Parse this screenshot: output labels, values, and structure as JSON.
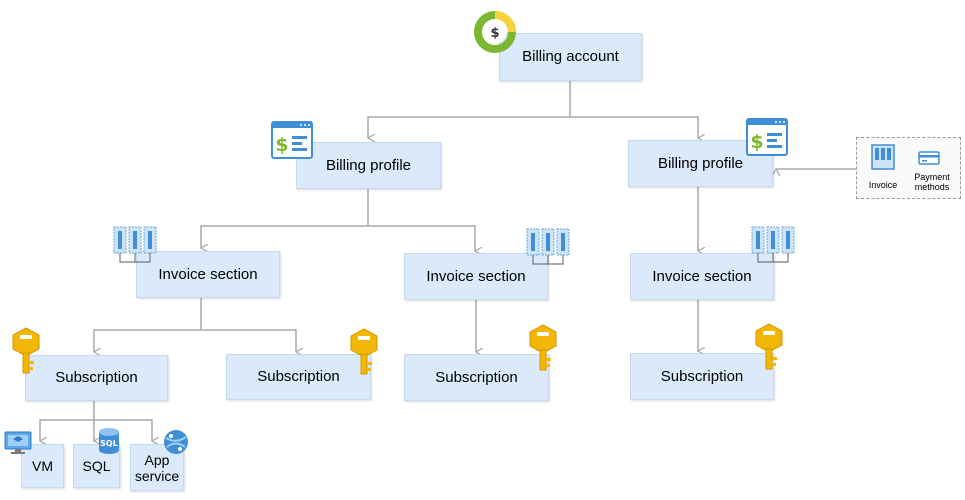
{
  "nodes": {
    "billing_account": "Billing account",
    "billing_profile_1": "Billing profile",
    "billing_profile_2": "Billing profile",
    "invoice_section_1": "Invoice section",
    "invoice_section_2": "Invoice section",
    "invoice_section_3": "Invoice section",
    "subscription_1": "Subscription",
    "subscription_2": "Subscription",
    "subscription_3": "Subscription",
    "subscription_4": "Subscription",
    "vm": "VM",
    "sql": "SQL",
    "app_service": "App service"
  },
  "panel": {
    "invoice": "Invoice",
    "payment_methods": "Payment methods"
  },
  "icons": {
    "sql_badge": "SQL",
    "dollar": "$"
  },
  "colors": {
    "box_fill": "#dbeafa",
    "connector": "#a9a9a9",
    "key": "#f2b705",
    "accent": "#3f8ed6",
    "billing_green": "#7cb82f"
  }
}
